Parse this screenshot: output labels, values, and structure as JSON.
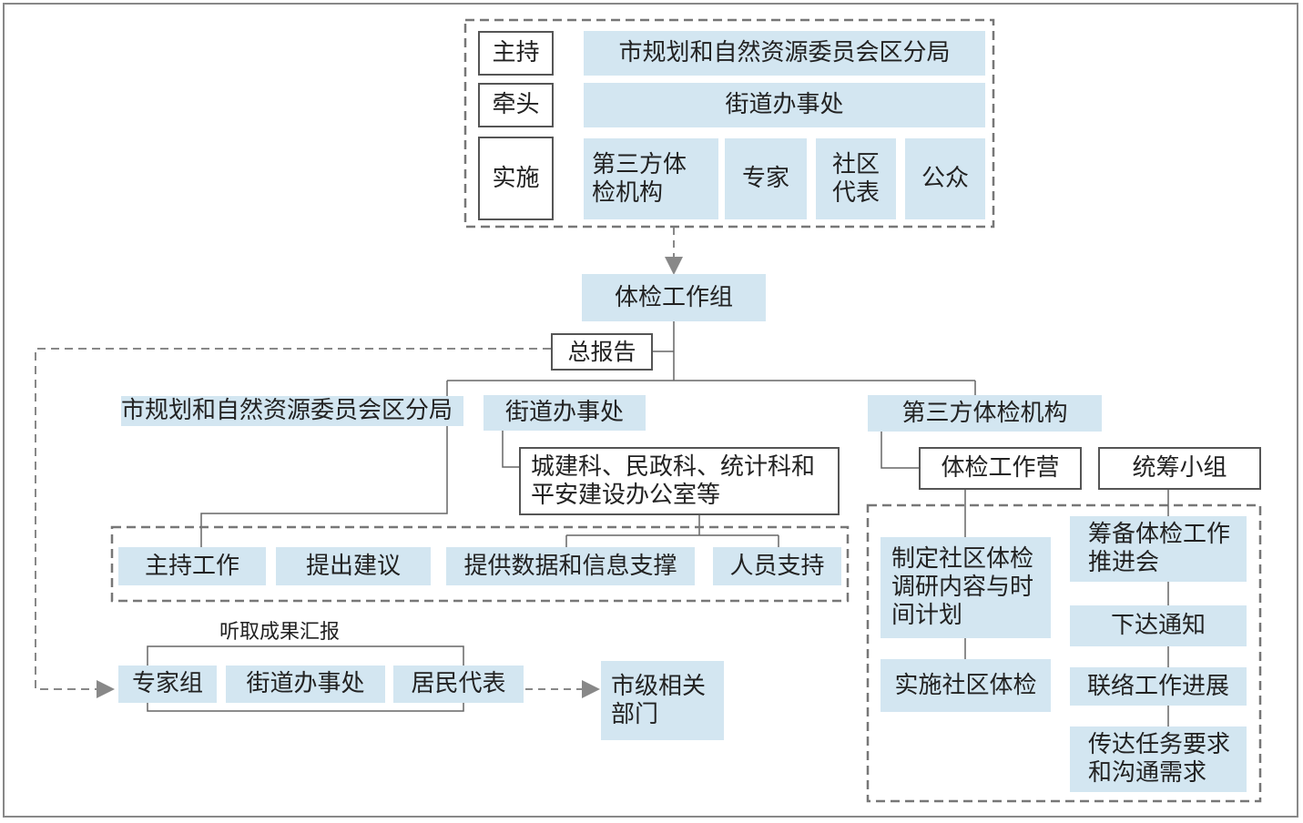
{
  "roles": {
    "host": "主持",
    "lead": "牵头",
    "implement": "实施"
  },
  "top": {
    "host_org": "市规划和自然资源委员会区分局",
    "lead_org": "街道办事处",
    "third_party_line1": "第三方体",
    "third_party_line2": "检机构",
    "experts": "专家",
    "community_line1": "社区",
    "community_line2": "代表",
    "public": "公众"
  },
  "work_group": "体检工作组",
  "general_report": "总报告",
  "branches": {
    "planning_bureau": "市规划和自然资源委员会区分局",
    "street_office": "街道办事处",
    "third_party": "第三方体检机构"
  },
  "sections": {
    "line1": "城建科、民政科、统计科和",
    "line2": "平安建设办公室等"
  },
  "tasks": {
    "host_work": "主持工作",
    "suggest": "提出建议",
    "data_support": "提供数据和信息支撑",
    "staff_support": "人员支持"
  },
  "hearing": {
    "label": "听取成果汇报",
    "experts": "专家组",
    "street_office": "街道办事处",
    "residents": "居民代表",
    "city_dept_line1": "市级相关",
    "city_dept_line2": "部门"
  },
  "camp": {
    "title": "体检工作营",
    "plan_line1": "制定社区体检",
    "plan_line2": "调研内容与时",
    "plan_line3": "间计划",
    "implement": "实施社区体检"
  },
  "coord": {
    "title": "统筹小组",
    "prep_line1": "筹备体检工作",
    "prep_line2": "推进会",
    "notice": "下达通知",
    "liaison": "联络工作进展",
    "convey_line1": "传达任务要求",
    "convey_line2": "和沟通需求"
  }
}
